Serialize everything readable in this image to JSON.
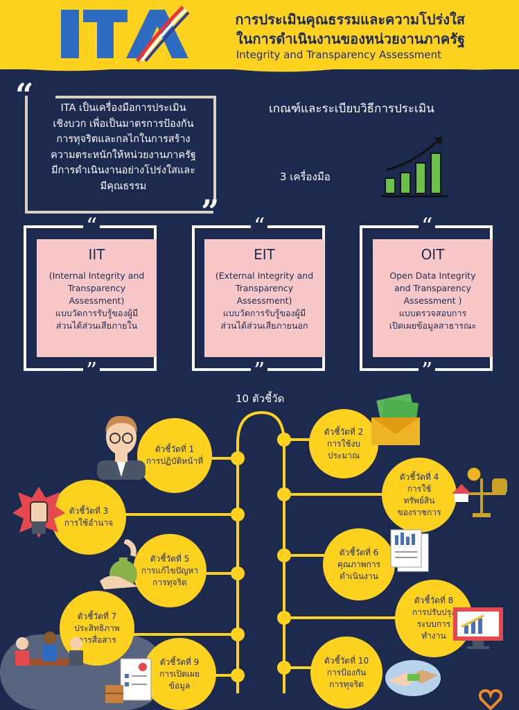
{
  "header": {
    "logo_text": "ITA",
    "title_line1": "การประเมินคุณธรรมและความโปร่งใส",
    "title_line2": "ในการดำเนินงานของหน่วยงานภาครัฐ",
    "title_en": "Integrity and Transparency Assessment"
  },
  "intro": {
    "quote_open": "“",
    "quote_close": "”",
    "lines": [
      "ITA เป็นเครื่องมือการประเมิน",
      "เชิงบวก เพื่อเป็นมาตรการป้องกัน",
      "การทุจริตและกลไกในการสร้าง",
      "ความตระหนักให้หน่วยงานภาครัฐ",
      "มีการดำเนินงานอย่างโปร่งใสและ",
      "มีคุณธรรม"
    ],
    "criteria_title": "เกณฑ์และระเบียบวิธีการประเมิน",
    "tools_label": "3 เครื่องมือ"
  },
  "tools": [
    {
      "code": "IIT",
      "en_lines": [
        "(Internal Integrity and",
        "Transparency",
        "Assessment)"
      ],
      "th_lines": [
        "แบบวัดการรับรู้ของผู้มี",
        "ส่วนได้ส่วนเสียภายใน"
      ]
    },
    {
      "code": "EIT",
      "en_lines": [
        "(External Integrity and",
        "Transparency",
        "Assessment)"
      ],
      "th_lines": [
        "แบบวัดการรับรู้ของผู้มี",
        "ส่วนได้ส่วนเสียภายนอก"
      ]
    },
    {
      "code": "OIT",
      "en_lines": [
        "Open Data Integrity",
        "and Transparency",
        "Assessment )"
      ],
      "th_lines": [
        "แบบตรวจสอบการ",
        "เปิดเผยข้อมูลสาธารณะ"
      ]
    }
  ],
  "indicators_title": "10 ตัวชี้วัด",
  "indicators": [
    {
      "lines": [
        "ตัวชี้วัดที่ 1",
        "การปฏิบัติหน้าที่"
      ]
    },
    {
      "lines": [
        "ตัวชี้วัดที่ 2",
        "การใช้งบ",
        "ประมาณ"
      ]
    },
    {
      "lines": [
        "ตัวชี้วัดที่ 3",
        "การใช้อำนาจ"
      ]
    },
    {
      "lines": [
        "ตัวชี้วัดที่ 4",
        "การใช้",
        "ทรัพย์สิน",
        "ของราชการ"
      ]
    },
    {
      "lines": [
        "ตัวชี้วัดที่ 5",
        "การแก้ไขปัญหา",
        "การทุจริต"
      ]
    },
    {
      "lines": [
        "ตัวชี้วัดที่ 6",
        "คุณภาพการ",
        "ดำเนินงาน"
      ]
    },
    {
      "lines": [
        "ตัวชี้วัดที่ 7",
        "ประสิทธิภาพ",
        "การสื่อสาร"
      ]
    },
    {
      "lines": [
        "ตัวชี้วัดที่ 8",
        "การปรับปรุง",
        "ระบบการ",
        "ทำงาน"
      ]
    },
    {
      "lines": [
        "ตัวชี้วัดที่ 9",
        "การเปิดเผย",
        "ข้อมูล"
      ]
    },
    {
      "lines": [
        "ตัวชี้วัดที่ 10",
        "การป้องกัน",
        "การทุจริต"
      ]
    }
  ],
  "colors": {
    "background": "#1d2a4f",
    "accent": "#ffd21f",
    "card": "#f8c8c8",
    "bar_green": "#6cc04a"
  },
  "icons": [
    "person-avatar-icon",
    "money-envelope-icon",
    "raised-fist-icon",
    "assets-scale-icon",
    "money-bag-hand-icon",
    "documents-chart-icon",
    "monitor-growth-icon",
    "meeting-team-icon",
    "checklist-box-icon",
    "handshake-icon",
    "bar-growth-icon"
  ]
}
